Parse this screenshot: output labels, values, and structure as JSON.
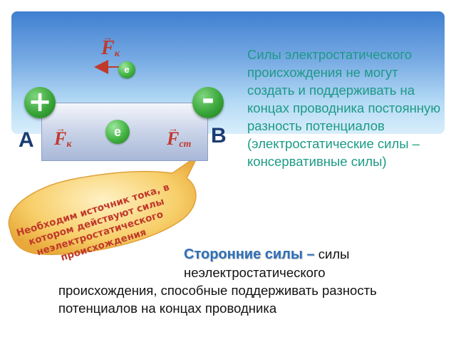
{
  "diagram": {
    "force_symbol": "F",
    "force_top_sub": "к",
    "force_left_sub": "к",
    "force_right_sub": "ст",
    "vector_mark": "→",
    "electron_top": "e",
    "electron_center": "e",
    "terminal_plus": "+",
    "terminal_minus": "-",
    "point_a": "A",
    "point_b": "B"
  },
  "main_text": "Силы электростатического происхождения не могут создать и поддерживать на концах проводника постоянную разность потенциалов (электростатические силы – консервативные силы)",
  "callout": {
    "text": "Необходим источник тока, в котором действуют силы неэлектростатического происхождения"
  },
  "definition": {
    "term": "Сторонние силы –",
    "line1_rest": " силы",
    "line2": "неэлектростатического",
    "line3": "происхождения, способные поддерживать  разность потенциалов на концах проводника"
  },
  "colors": {
    "accent_teal": "#1c9a86",
    "force_red": "#c0392b",
    "electron_green": "#42b342",
    "term_blue": "#2f6fb8",
    "callout_fill": "#f7cf6a"
  }
}
